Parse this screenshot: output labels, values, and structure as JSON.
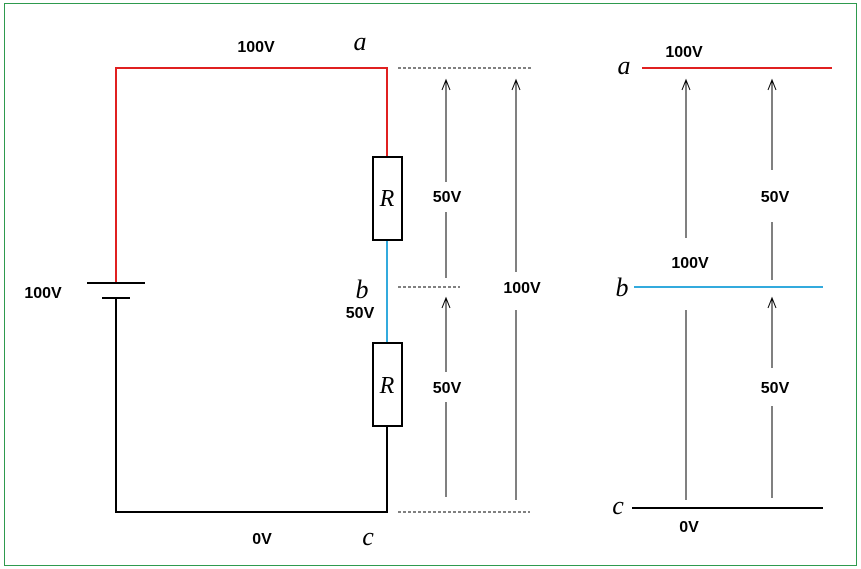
{
  "colors": {
    "frame": "#2e9a4e",
    "red_wire": "#e02020",
    "blue_wire": "#33aadd",
    "black_wire": "#000000"
  },
  "circuit": {
    "top_wire_label": "100V",
    "battery_label": "100V",
    "bottom_wire_label": "0V",
    "node_a": "a",
    "node_b": "b",
    "node_c": "c",
    "node_b_voltage": "50V",
    "resistor_top": "R",
    "resistor_bottom": "R"
  },
  "arrows": {
    "upper_drop": "50V",
    "lower_drop": "50V",
    "total_drop": "100V"
  },
  "levels": {
    "node_a": "a",
    "node_b": "b",
    "node_c": "c",
    "a_voltage": "100V",
    "b_voltage": "100V",
    "c_voltage": "0V",
    "upper_drop": "50V",
    "lower_drop": "50V"
  }
}
